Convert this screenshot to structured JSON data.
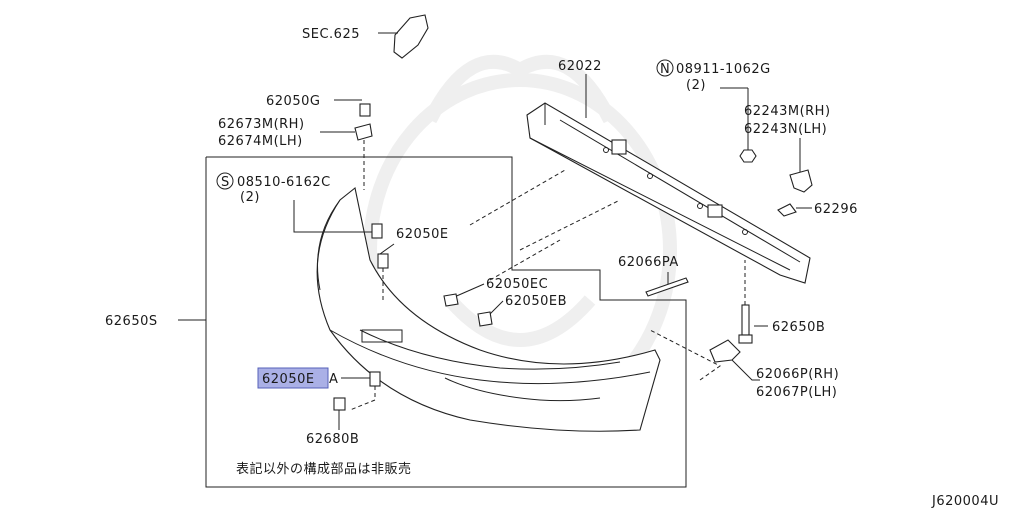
{
  "labels": {
    "sec625": "SEC.625",
    "p62022": "62022",
    "nut_code": "08911-1062G",
    "nut_qty": "(2)",
    "n_symbol": "N",
    "p62243m": "62243M(RH)",
    "p62243n": "62243N(LH)",
    "p62296": "62296",
    "p62050g": "62050G",
    "p62673m": "62673M(RH)",
    "p62674m": "62674M(LH)",
    "screw_code": "08510-6162C",
    "screw_qty": "(2)",
    "s_symbol": "S",
    "p62050e_top": "62050E",
    "p62066pa": "62066PA",
    "p62050ec": "62050EC",
    "p62050eb": "62050EB",
    "p62650s": "62650S",
    "p62650b": "62650B",
    "p62050e_highlight": "62050E",
    "p62050e_suffix": "A",
    "p62066p": "62066P(RH)",
    "p62067p": "62067P(LH)",
    "p62680b": "62680B",
    "note_jp": "表記以外の構成部品は非販売",
    "diagram_code": "J620004U"
  },
  "colors": {
    "highlight_fill": "#aab0e6",
    "highlight_border": "#5560b8",
    "line": "#222222",
    "watermark": "#efefef"
  }
}
